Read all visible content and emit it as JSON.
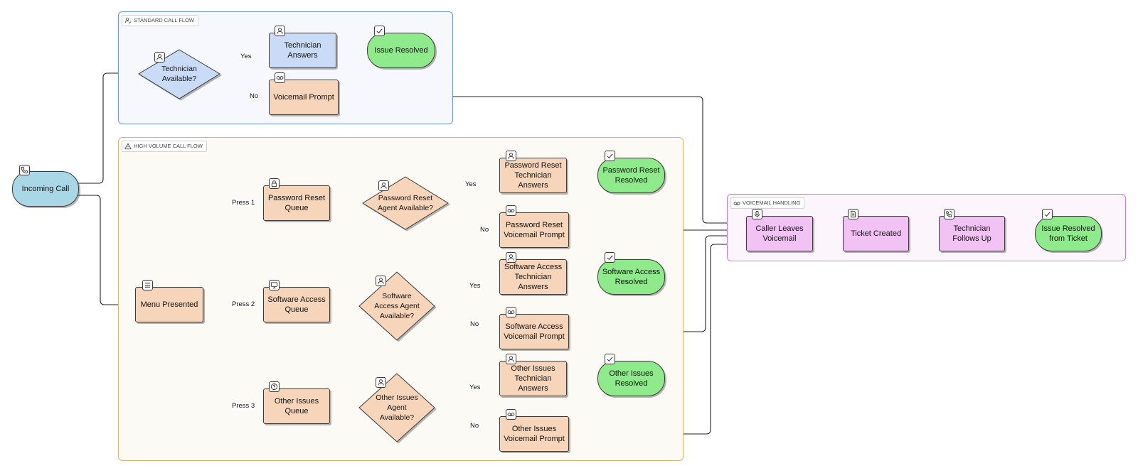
{
  "groups": {
    "standard": "STANDARD CALL FLOW",
    "high_volume": "HIGH VOLUME CALL FLOW",
    "voicemail": "VOICEMAIL HANDLING"
  },
  "nodes": {
    "incoming_call": "Incoming Call",
    "technician_available": "Technician Available?",
    "technician_answers": "Technician Answers",
    "issue_resolved": "Issue Resolved",
    "voicemail_prompt": "Voicemail Prompt",
    "menu_presented": "Menu Presented",
    "password_reset_queue": "Password Reset Queue",
    "software_access_queue": "Software Access Queue",
    "other_issues_queue": "Other Issues Queue",
    "password_reset_agent": "Password Reset Agent Available?",
    "software_access_agent": "Software Access Agent Available?",
    "other_issues_agent": "Other Issues Agent Available?",
    "password_reset_tech": "Password Reset Technician Answers",
    "software_access_tech": "Software Access Technician Answers",
    "other_issues_tech": "Other Issues Technician Answers",
    "password_reset_vm": "Password Reset Voicemail Prompt",
    "software_access_vm": "Software Access Voicemail Prompt",
    "other_issues_vm": "Other Issues Voicemail Prompt",
    "password_reset_resolved": "Password Reset Resolved",
    "software_access_resolved": "Software Access Resolved",
    "other_issues_resolved": "Other Issues Resolved",
    "caller_leaves_vm": "Caller Leaves Voicemail",
    "ticket_created": "Ticket Created",
    "technician_follows_up": "Technician Follows Up",
    "issue_resolved_ticket": "Issue Resolved from Ticket"
  },
  "edge_labels": {
    "yes": "Yes",
    "no": "No",
    "press1": "Press 1",
    "press2": "Press 2",
    "press3": "Press 3"
  },
  "colors": {
    "standard_group": "#6b96d6",
    "high_volume_group": "#e0b46a",
    "voicemail_group": "#d47ad4",
    "technician_fill": "#c9dbf7",
    "queue_fill": "#f7d5bb",
    "resolved_fill": "#8eea8a",
    "voicemail_fill": "#f2c2f4",
    "start_fill": "#a9d7e6"
  }
}
